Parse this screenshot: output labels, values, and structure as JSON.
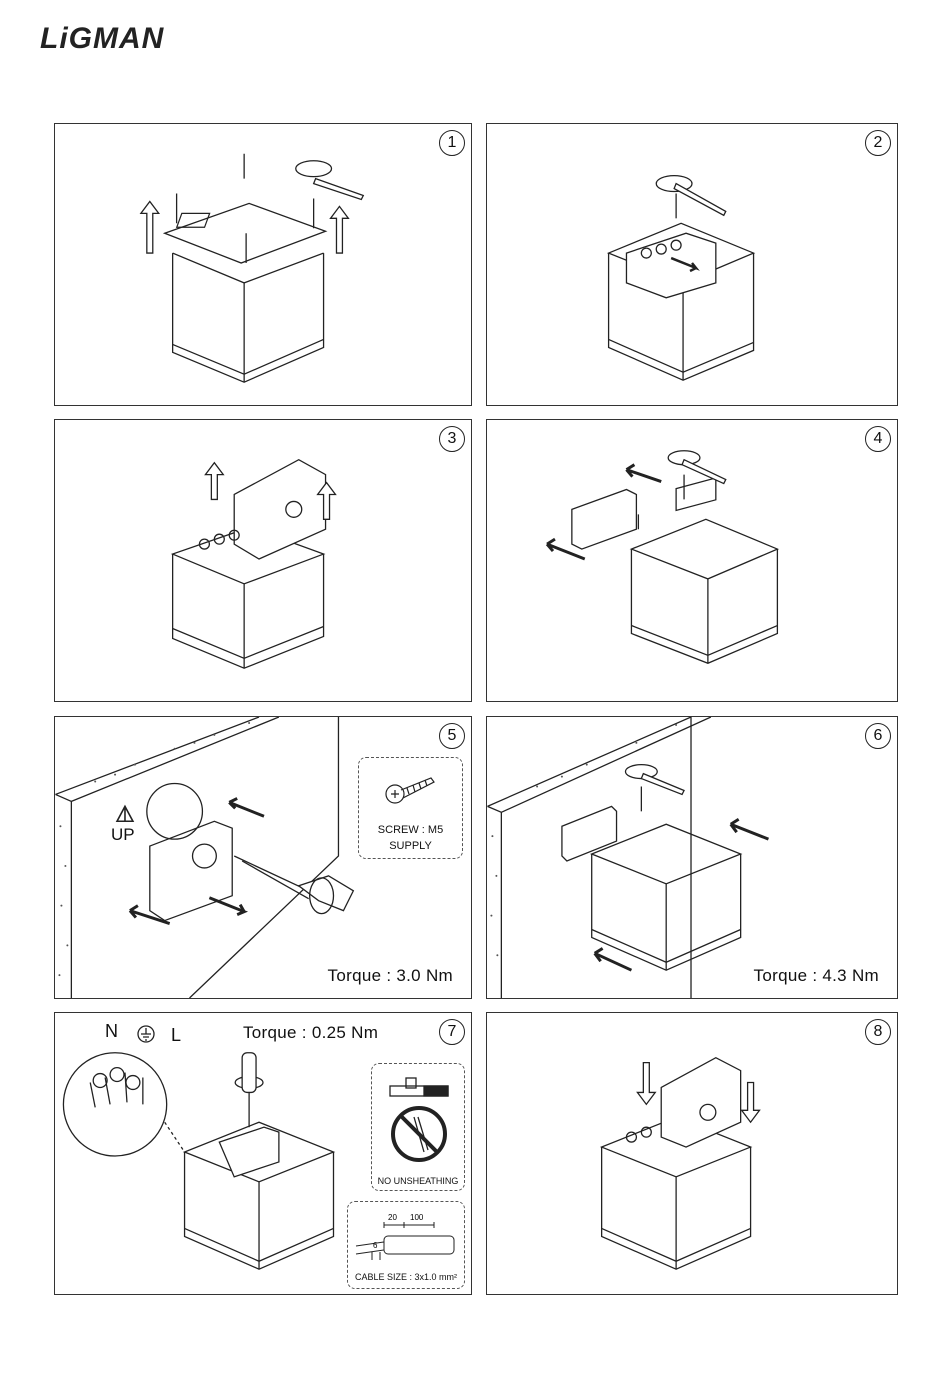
{
  "brand": {
    "logo_text": "LiGMAN"
  },
  "panels": [
    {
      "number": "1"
    },
    {
      "number": "2"
    },
    {
      "number": "3"
    },
    {
      "number": "4"
    },
    {
      "number": "5",
      "torque": "Torque : 3.0 Nm",
      "up_label": "UP",
      "screw_note": {
        "line1": "SCREW : M5",
        "line2": "SUPPLY"
      }
    },
    {
      "number": "6",
      "torque": "Torque : 4.3 Nm"
    },
    {
      "number": "7",
      "torque": "Torque : 0.25 Nm",
      "terminal_labels": {
        "neutral": "N",
        "live": "L"
      },
      "unsheathing_note": "NO UNSHEATHING",
      "cable_note": {
        "label": "CABLE SIZE : 3x1.0 mm²",
        "dim_a": "20",
        "dim_b": "100",
        "dim_c": "6"
      }
    },
    {
      "number": "8"
    }
  ],
  "colors": {
    "line": "#222222",
    "fill": "#ffffff",
    "speckle": "#555555"
  }
}
